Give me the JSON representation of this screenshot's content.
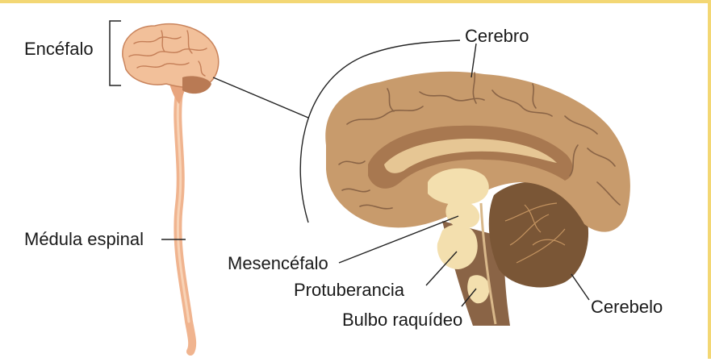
{
  "labels": {
    "encefalo": "Encéfalo",
    "medula": "Médula espinal",
    "cerebro": "Cerebro",
    "mesencefalo": "Mesencéfalo",
    "protuberancia": "Protuberancia",
    "bulbo": "Bulbo raquídeo",
    "cerebelo": "Cerebelo"
  },
  "colors": {
    "frame_border": "#f3d774",
    "brain_outer": "#c89b6c",
    "brain_dark": "#8a6446",
    "brain_light": "#f3dfae",
    "cerebellum": "#7a5636",
    "spinal_cord": "#f0b48f",
    "small_brain": "#f2c09a",
    "leader_line": "#222222"
  }
}
